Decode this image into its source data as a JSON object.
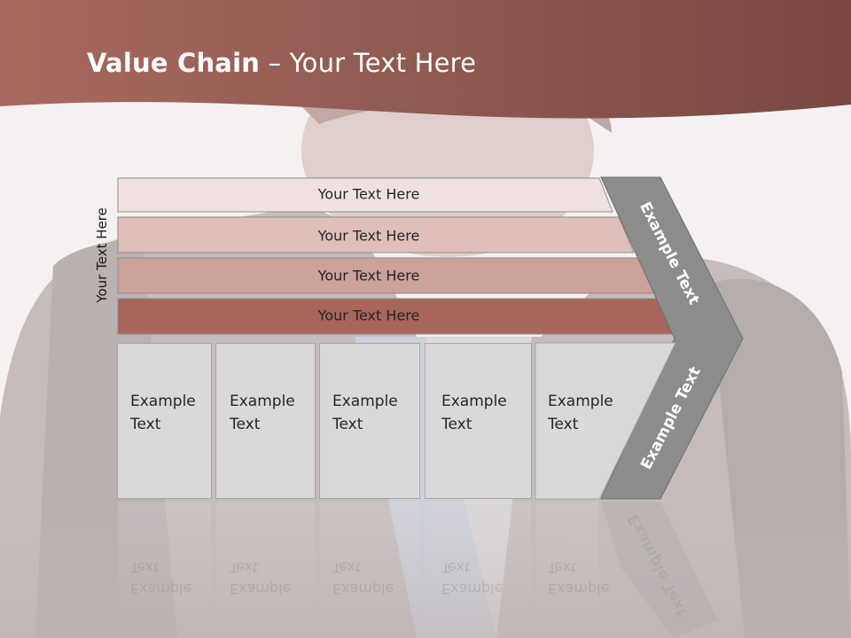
{
  "title": {
    "bold": "Value Chain",
    "rest": " – Your Text Here"
  },
  "side_label": "Your Text Here",
  "bars": [
    {
      "label": "Your Text Here",
      "color": "#f1e2e1"
    },
    {
      "label": "Your Text Here",
      "color": "#dfbfba"
    },
    {
      "label": "Your Text Here",
      "color": "#cba199"
    },
    {
      "label": "Your Text Here",
      "color": "#a7655c"
    }
  ],
  "columns": [
    {
      "line1": "Example",
      "line2": "Text"
    },
    {
      "line1": "Example",
      "line2": "Text"
    },
    {
      "line1": "Example",
      "line2": "Text"
    },
    {
      "line1": "Example",
      "line2": "Text"
    },
    {
      "line1": "Example",
      "line2": "Text"
    }
  ],
  "chevron": {
    "upper": "Example Text",
    "lower": "Example Text",
    "color": "#8c8c8c"
  },
  "colors": {
    "header": "#8a4f47",
    "header_light": "#a9695f",
    "bg": "#f6f1f1"
  }
}
